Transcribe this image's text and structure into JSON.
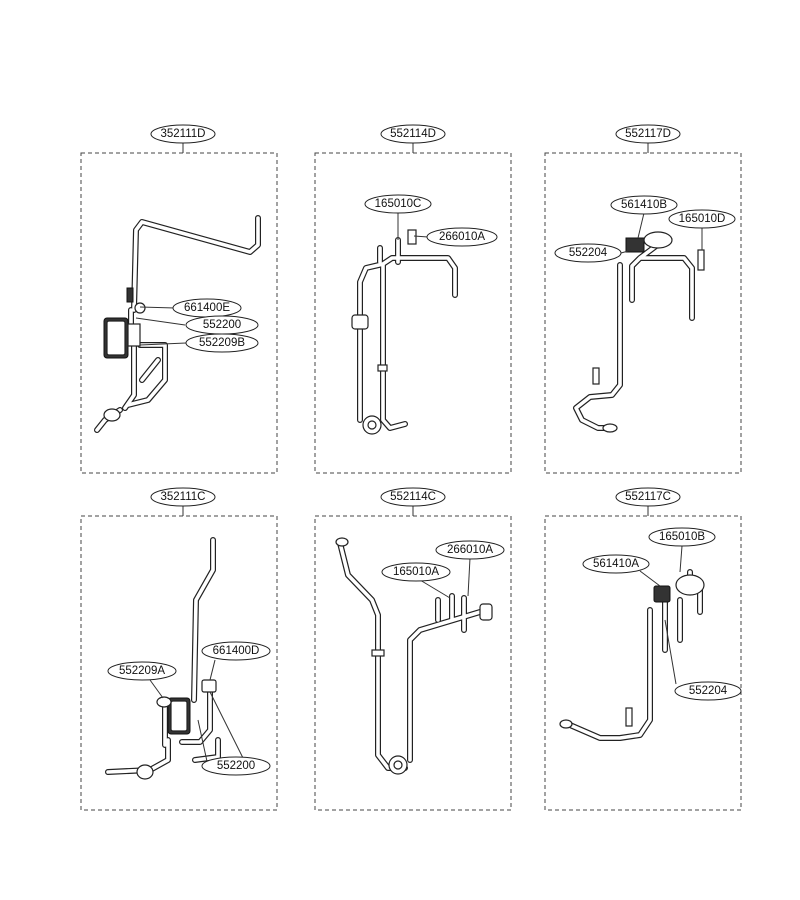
{
  "panels": [
    {
      "title": "352111D",
      "callouts": [
        "661400E",
        "552200",
        "552209B"
      ]
    },
    {
      "title": "552114D",
      "callouts": [
        "165010C",
        "266010A"
      ]
    },
    {
      "title": "552117D",
      "callouts": [
        "561410B",
        "165010D",
        "552204"
      ]
    },
    {
      "title": "352111C",
      "callouts": [
        "552209A",
        "661400D",
        "552200"
      ]
    },
    {
      "title": "552114C",
      "callouts": [
        "266010A",
        "165010A"
      ]
    },
    {
      "title": "552117C",
      "callouts": [
        "165010B",
        "561410A",
        "552204"
      ]
    }
  ]
}
